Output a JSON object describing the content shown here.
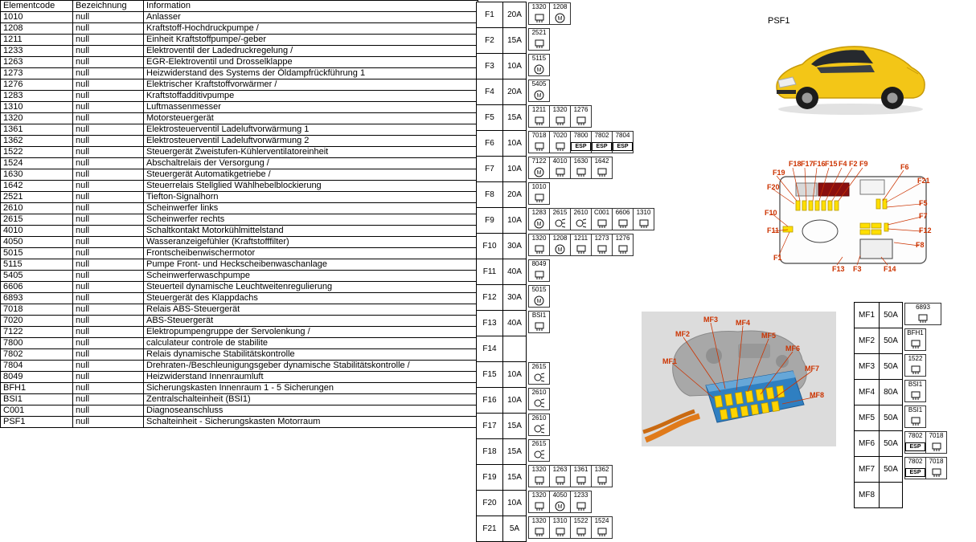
{
  "element_table": {
    "headers": [
      "Elementcode",
      "Bezeichnung",
      "Information"
    ],
    "rows": [
      [
        "1010",
        "null",
        "Anlasser"
      ],
      [
        "1208",
        "null",
        "Kraftstoff-Hochdruckpumpe /"
      ],
      [
        "1211",
        "null",
        "Einheit Kraftstoffpumpe/-geber"
      ],
      [
        "1233",
        "null",
        "Elektroventil der Ladedruckregelung /"
      ],
      [
        "1263",
        "null",
        "EGR-Elektroventil und Drosselklappe"
      ],
      [
        "1273",
        "null",
        "Heizwiderstand des Systems der Öldampfrückführung 1"
      ],
      [
        "1276",
        "null",
        "Elektrischer Kraftstoffvorwärmer /"
      ],
      [
        "1283",
        "null",
        "Kraftstoffadditivpumpe"
      ],
      [
        "1310",
        "null",
        "Luftmassenmesser"
      ],
      [
        "1320",
        "null",
        "Motorsteuergerät"
      ],
      [
        "1361",
        "null",
        "Elektrosteuerventil Ladeluftvorwärmung 1"
      ],
      [
        "1362",
        "null",
        "Elektrosteuerventil Ladeluftvorwärmung 2"
      ],
      [
        "1522",
        "null",
        "Steuergerät Zweistufen-Kühlerventilatoreinheit"
      ],
      [
        "1524",
        "null",
        "Abschaltrelais der Versorgung /"
      ],
      [
        "1630",
        "null",
        "Steuergerät Automatikgetriebe /"
      ],
      [
        "1642",
        "null",
        "Steuerrelais Stellglied Wählhebelblockierung"
      ],
      [
        "2521",
        "null",
        "Tiefton-Signalhorn"
      ],
      [
        "2610",
        "null",
        "Scheinwerfer links"
      ],
      [
        "2615",
        "null",
        "Scheinwerfer rechts"
      ],
      [
        "4010",
        "null",
        "Schaltkontakt Motorkühlmittelstand"
      ],
      [
        "4050",
        "null",
        "Wasseranzeigefühler (Kraftstofffilter)"
      ],
      [
        "5015",
        "null",
        "Frontscheibenwischermotor"
      ],
      [
        "5115",
        "null",
        "Pumpe Front- und Heckscheibenwaschanlage"
      ],
      [
        "5405",
        "null",
        "Scheinwerferwaschpumpe"
      ],
      [
        "6606",
        "null",
        "Steuerteil dynamische Leuchtweitenregulierung"
      ],
      [
        "6893",
        "null",
        "Steuergerät des Klappdachs"
      ],
      [
        "7018",
        "null",
        "Relais ABS-Steuergerät"
      ],
      [
        "7020",
        "null",
        "ABS-Steuergerät"
      ],
      [
        "7122",
        "null",
        "Elektropumpengruppe der Servolenkung /"
      ],
      [
        "7800",
        "null",
        "calculateur controle de stabilite"
      ],
      [
        "7802",
        "null",
        "Relais dynamische Stabilitätskontrolle"
      ],
      [
        "7804",
        "null",
        "Drehraten-/Beschleunigungsgeber dynamische Stabilitätskontrolle /"
      ],
      [
        "8049",
        "null",
        "Heizwiderstand Innenraumluft"
      ],
      [
        "BFH1",
        "null",
        "Sicherungskasten Innenraum 1 - 5 Sicherungen"
      ],
      [
        "BSI1",
        "null",
        "Zentralschalteinheit (BSI1)"
      ],
      [
        "C001",
        "null",
        "Diagnoseanschluss"
      ],
      [
        "PSF1",
        "null",
        "Schalteinheit - Sicherungskasten Motorraum"
      ]
    ]
  },
  "engine_fuse_table": {
    "rows": [
      {
        "fuse": "F1",
        "amp": "20A",
        "components": [
          "1320",
          "1208"
        ]
      },
      {
        "fuse": "F2",
        "amp": "15A",
        "components": [
          "2521"
        ]
      },
      {
        "fuse": "F3",
        "amp": "10A",
        "components": [
          "5115"
        ]
      },
      {
        "fuse": "F4",
        "amp": "20A",
        "components": [
          "5405"
        ]
      },
      {
        "fuse": "F5",
        "amp": "15A",
        "components": [
          "1211",
          "1320",
          "1276"
        ]
      },
      {
        "fuse": "F6",
        "amp": "10A",
        "components": [
          "7018",
          "7020",
          "7800",
          "7802",
          "7804"
        ]
      },
      {
        "fuse": "F7",
        "amp": "10A",
        "components": [
          "7122",
          "4010",
          "1630",
          "1642"
        ]
      },
      {
        "fuse": "F8",
        "amp": "20A",
        "components": [
          "1010"
        ]
      },
      {
        "fuse": "F9",
        "amp": "10A",
        "components": [
          "1283",
          "2615",
          "2610",
          "C001",
          "6606",
          "1310"
        ]
      },
      {
        "fuse": "F10",
        "amp": "30A",
        "components": [
          "1320",
          "1208",
          "1211",
          "1273",
          "1276"
        ]
      },
      {
        "fuse": "F11",
        "amp": "40A",
        "components": [
          "8049"
        ]
      },
      {
        "fuse": "F12",
        "amp": "30A",
        "components": [
          "5015"
        ]
      },
      {
        "fuse": "F13",
        "amp": "40A",
        "components": [
          "BSI1"
        ]
      },
      {
        "fuse": "F14",
        "amp": "",
        "components": []
      },
      {
        "fuse": "F15",
        "amp": "10A",
        "components": [
          "2615"
        ]
      },
      {
        "fuse": "F16",
        "amp": "10A",
        "components": [
          "2610"
        ]
      },
      {
        "fuse": "F17",
        "amp": "15A",
        "components": [
          "2610"
        ]
      },
      {
        "fuse": "F18",
        "amp": "15A",
        "components": [
          "2615"
        ]
      },
      {
        "fuse": "F19",
        "amp": "15A",
        "components": [
          "1320",
          "1263",
          "1361",
          "1362"
        ]
      },
      {
        "fuse": "F20",
        "amp": "10A",
        "components": [
          "1320",
          "4050",
          "1233"
        ]
      },
      {
        "fuse": "F21",
        "amp": "5A",
        "components": [
          "1320",
          "1310",
          "1522",
          "1524"
        ]
      }
    ]
  },
  "maxi_fuse_table": {
    "rows": [
      {
        "fuse": "MF1",
        "amp": "50A",
        "components": [
          "6893"
        ]
      },
      {
        "fuse": "MF2",
        "amp": "50A",
        "components": [
          "BFH1"
        ]
      },
      {
        "fuse": "MF3",
        "amp": "50A",
        "components": [
          "1522"
        ]
      },
      {
        "fuse": "MF4",
        "amp": "80A",
        "components": [
          "BSI1"
        ]
      },
      {
        "fuse": "MF5",
        "amp": "50A",
        "components": [
          "BSI1"
        ]
      },
      {
        "fuse": "MF6",
        "amp": "50A",
        "components": [
          "7802",
          "7018"
        ]
      },
      {
        "fuse": "MF7",
        "amp": "50A",
        "components": [
          "7802",
          "7018"
        ]
      },
      {
        "fuse": "MF8",
        "amp": "",
        "components": []
      }
    ]
  },
  "esp_codes": [
    "7800",
    "7802",
    "7804"
  ],
  "esp_badge": "ESP",
  "psf1": {
    "label": "PSF1"
  },
  "location_diagram": {
    "labels": [
      "F18",
      "F17",
      "F16",
      "F15",
      "F4",
      "F2",
      "F9",
      "F6",
      "F19",
      "F21",
      "F20",
      "F5",
      "F10",
      "F7",
      "F11",
      "F12",
      "F8",
      "F1",
      "F13",
      "F3",
      "F14"
    ]
  },
  "maxi_fuse_photo": {
    "labels": [
      "MF1",
      "MF2",
      "MF3",
      "MF4",
      "MF5",
      "MF6",
      "MF7",
      "MF8"
    ]
  },
  "colors": {
    "label_red": "#cc3300",
    "fuse_yellow": "#ffdf00",
    "car_yellow": "#f3c617",
    "box_blue": "#2f7fc1",
    "dark_red": "#8b0f0f"
  }
}
